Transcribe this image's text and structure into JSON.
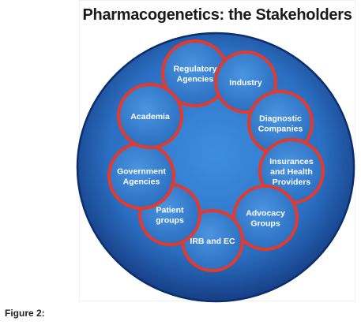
{
  "diagram": {
    "title": "Pharmacogenetics: the Stakeholders",
    "caption": "Figure 2:",
    "colors": {
      "outer_fill": "#2d74c6",
      "outer_stroke": "#0a2e6e",
      "node_fill": "#3a86d6",
      "node_stroke": "#e5392b",
      "label_color": "#ffffff"
    },
    "nodes": [
      {
        "id": "regulatory-agencies",
        "lines": [
          "Regulatory",
          "Agencies"
        ]
      },
      {
        "id": "industry",
        "lines": [
          "Industry"
        ]
      },
      {
        "id": "diagnostic-companies",
        "lines": [
          "Diagnostic",
          "Companies"
        ]
      },
      {
        "id": "insurances-and-health-providers",
        "lines": [
          "Insurances",
          "and Health",
          "Providers"
        ]
      },
      {
        "id": "advocacy-groups",
        "lines": [
          "Advocacy",
          "Groups"
        ]
      },
      {
        "id": "irb-and-ec",
        "lines": [
          "IRB and EC"
        ]
      },
      {
        "id": "patient-groups",
        "lines": [
          "Patient",
          "groups"
        ]
      },
      {
        "id": "government-agencies",
        "lines": [
          "Government",
          "Agencies"
        ]
      },
      {
        "id": "academia",
        "lines": [
          "Academia"
        ]
      }
    ]
  }
}
